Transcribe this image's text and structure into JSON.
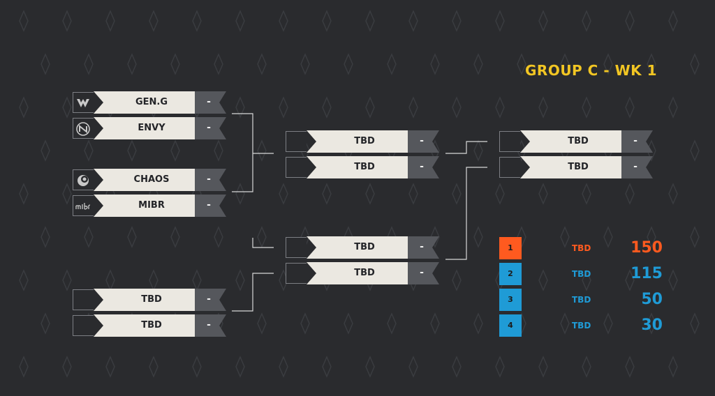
{
  "title": "GROUP C - WK 1",
  "colors": {
    "background": "#2a2b2e",
    "title": "#f2c623",
    "first_place": "#ff5a1f",
    "other_places": "#1f9bd6",
    "slot_name_bg": "#ebe8e1",
    "slot_score_bg": "#55575c"
  },
  "bracket": {
    "round1": {
      "match1": {
        "team1": {
          "name": "GEN.G",
          "score": "-",
          "logo": "geng-logo-icon"
        },
        "team2": {
          "name": "ENVY",
          "score": "-",
          "logo": "envy-logo-icon"
        }
      },
      "match2": {
        "team1": {
          "name": "CHAOS",
          "score": "-",
          "logo": "chaos-logo-icon"
        },
        "team2": {
          "name": "MIBR",
          "score": "-",
          "logo": "mibr-logo-icon"
        }
      },
      "match3": {
        "team1": {
          "name": "TBD",
          "score": "-"
        },
        "team2": {
          "name": "TBD",
          "score": "-"
        }
      }
    },
    "round2": {
      "match1": {
        "team1": {
          "name": "TBD",
          "score": "-"
        },
        "team2": {
          "name": "TBD",
          "score": "-"
        }
      },
      "match2": {
        "team1": {
          "name": "TBD",
          "score": "-"
        },
        "team2": {
          "name": "TBD",
          "score": "-"
        }
      }
    },
    "final": {
      "team1": {
        "name": "TBD",
        "score": "-"
      },
      "team2": {
        "name": "TBD",
        "score": "-"
      }
    }
  },
  "standings": [
    {
      "rank": "1",
      "team": "TBD",
      "points": "150",
      "color": "#ff5a1f"
    },
    {
      "rank": "2",
      "team": "TBD",
      "points": "115",
      "color": "#1f9bd6"
    },
    {
      "rank": "3",
      "team": "TBD",
      "points": "50",
      "color": "#1f9bd6"
    },
    {
      "rank": "4",
      "team": "TBD",
      "points": "30",
      "color": "#1f9bd6"
    }
  ]
}
